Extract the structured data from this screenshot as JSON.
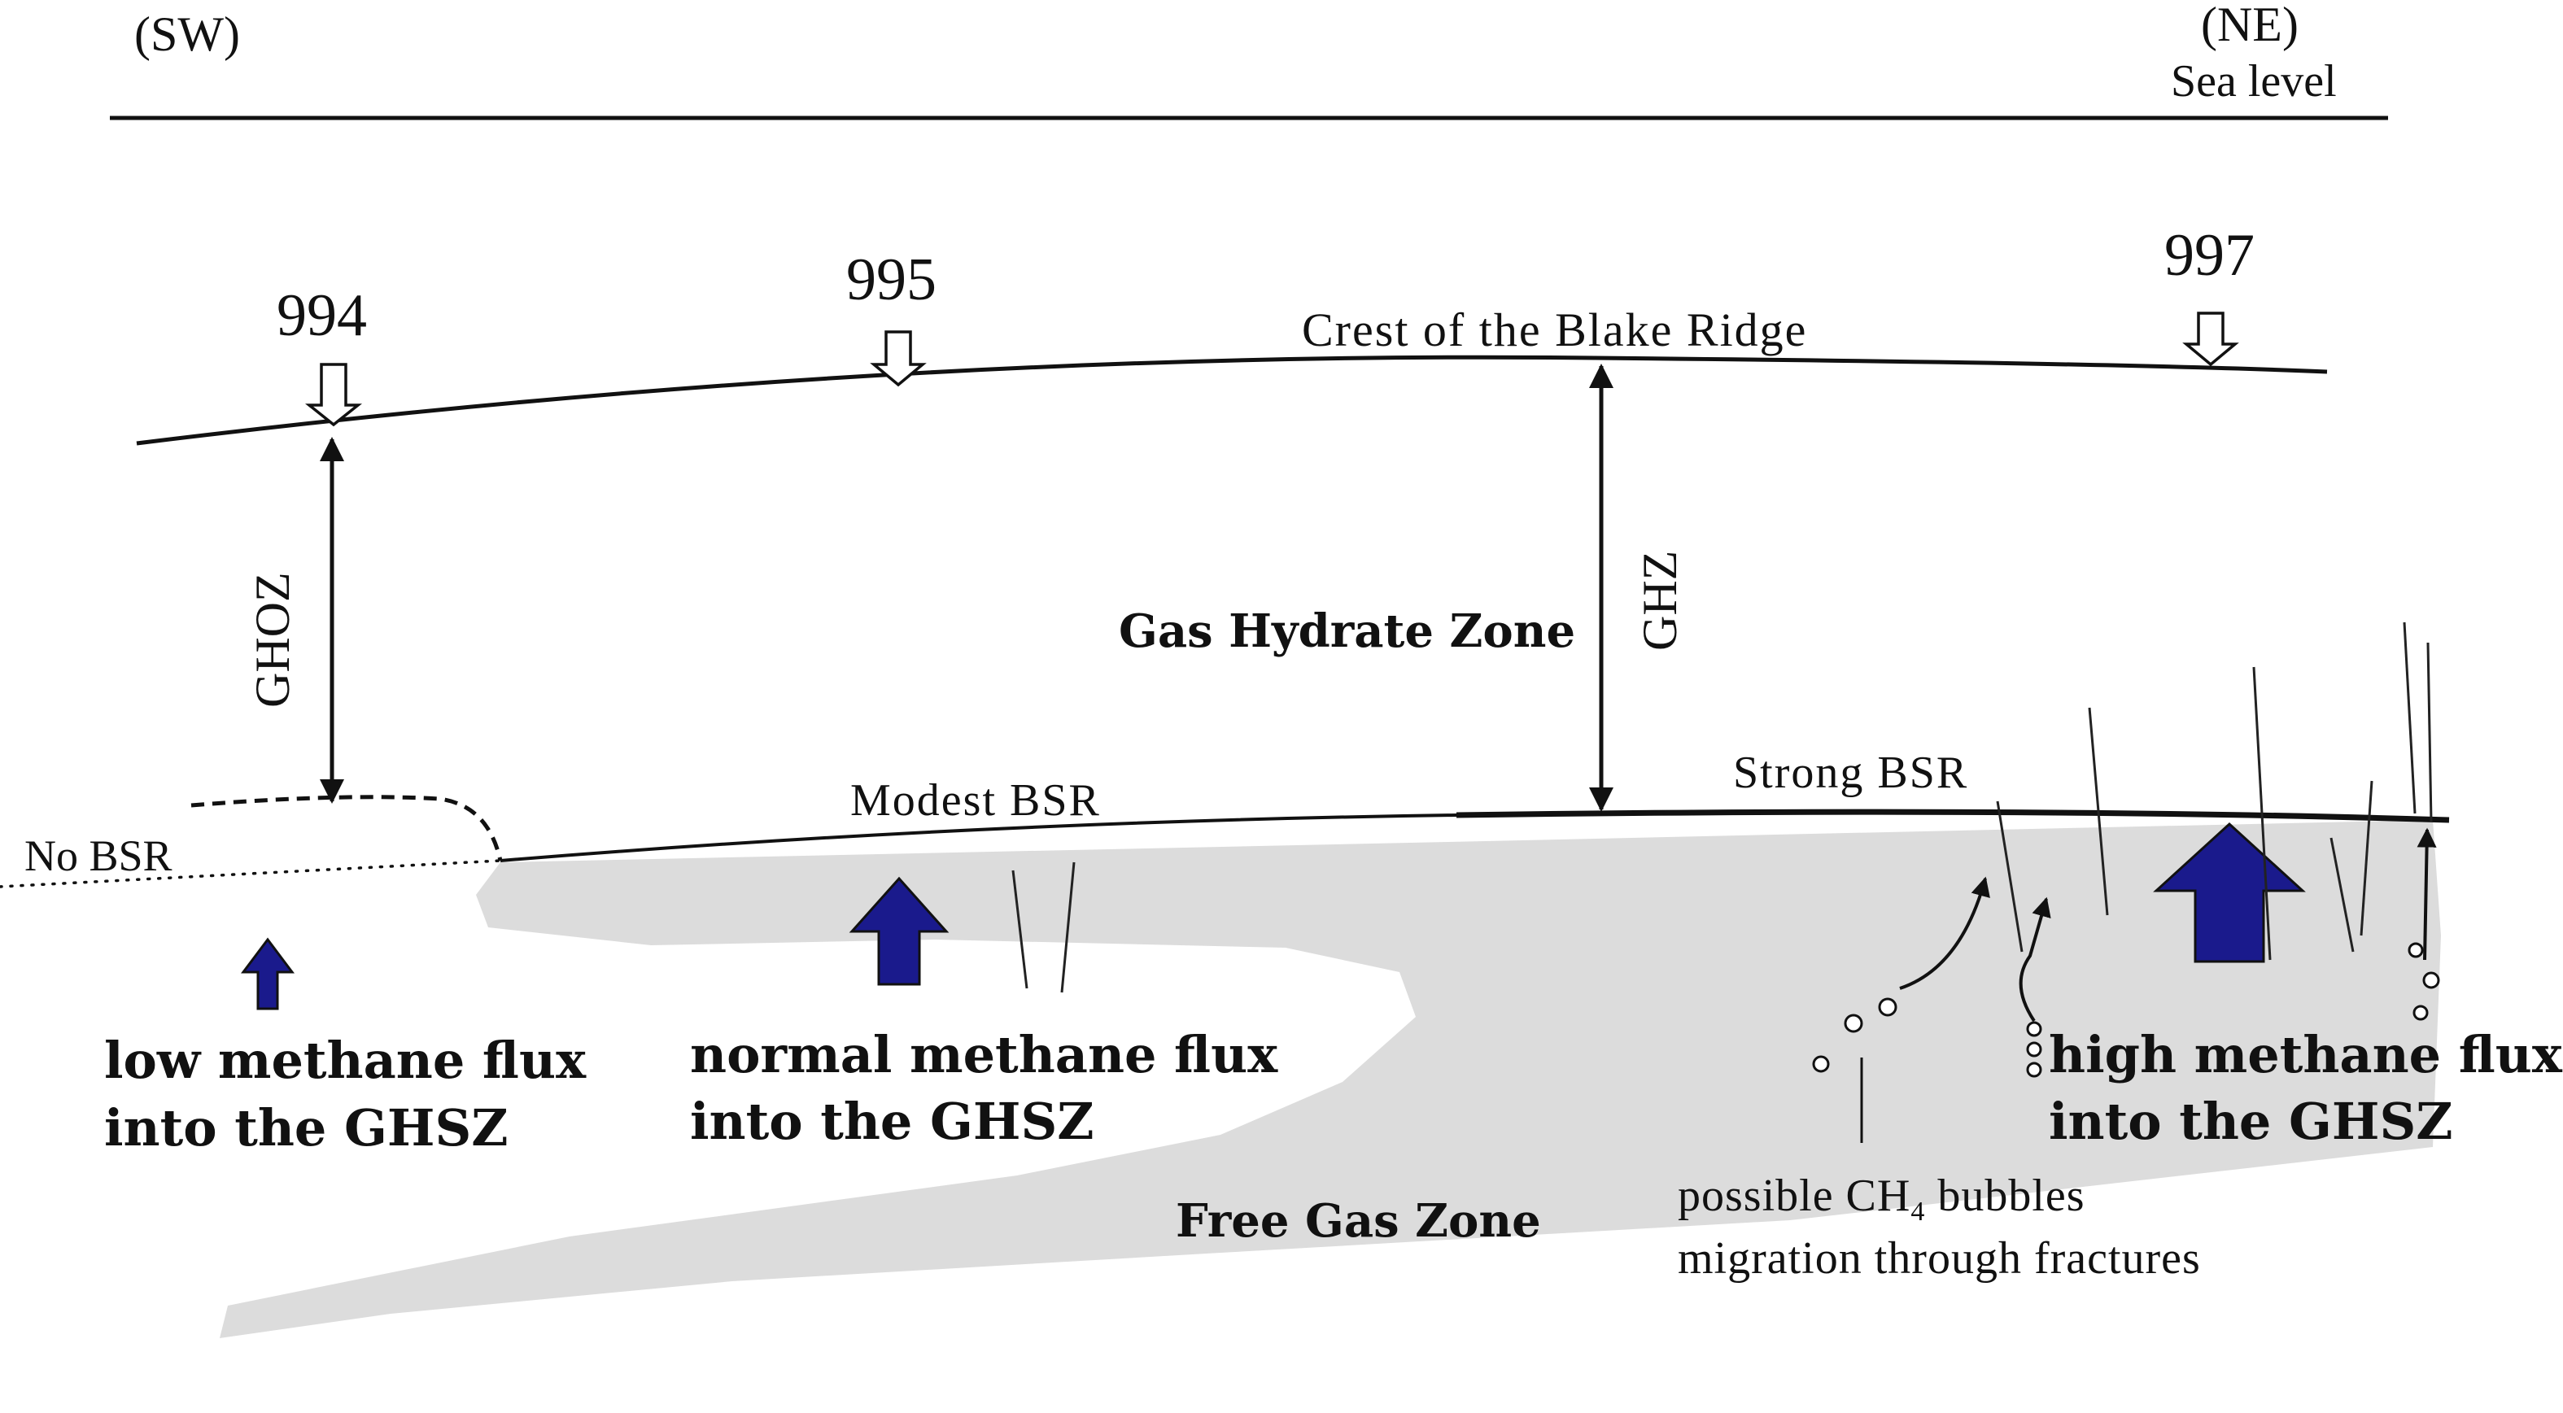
{
  "directions": {
    "sw": "(SW)",
    "ne": "(NE)"
  },
  "sea_level": "Sea level",
  "sites": {
    "s994": "994",
    "s995": "995",
    "s997": "997"
  },
  "crest_label": "Crest of the Blake Ridge",
  "ghoz": "GHOZ",
  "ghz": "GHZ",
  "gas_hydrate_zone": "Gas Hydrate Zone",
  "no_bsr": "No BSR",
  "modest_bsr": "Modest BSR",
  "strong_bsr": "Strong BSR",
  "flux_low": {
    "line1": "low methane flux",
    "line2": "into the GHSZ"
  },
  "flux_normal": {
    "line1": "normal methane flux",
    "line2": "into the GHSZ"
  },
  "flux_high": {
    "line1": "high methane flux",
    "line2": "into the GHSZ"
  },
  "free_gas_zone": "Free Gas Zone",
  "bubbles": {
    "line1_pre": "possible CH",
    "line1_sub": "4",
    "line1_post": " bubbles",
    "line2": "migration through fractures"
  },
  "colors": {
    "free_gas": "#dcdcdc",
    "flux_arrow": "#1a1a8c",
    "line": "#111111"
  }
}
